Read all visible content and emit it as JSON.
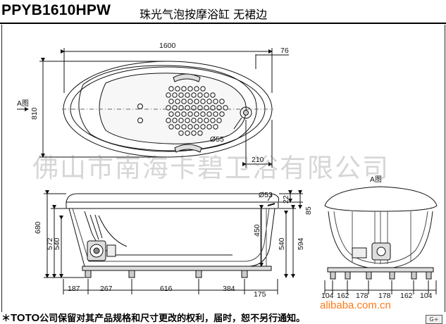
{
  "header": {
    "model": "PPYB1610HPW",
    "title": "珠光气泡按摩浴缸  无裙边"
  },
  "views": {
    "top_label": "A图",
    "side_label": "A图"
  },
  "dimensions": {
    "length": "1600",
    "width": "810",
    "rim_offset": "76",
    "drain_offset": "210",
    "drain_diameter": "Ø55",
    "overflow_diameter": "Ø53",
    "rim_22": "22",
    "rim_85": "85",
    "height_680": "680",
    "height_572": "572",
    "height_540_left": "540",
    "depth_450": "450",
    "height_540_right": "540",
    "height_594": "594",
    "base_187": "187",
    "base_267": "267",
    "base_616": "616",
    "base_384": "384",
    "base_175": "175",
    "end_104a": "104",
    "end_162a": "162",
    "end_178a": "178",
    "end_178b": "178",
    "end_162b": "162",
    "end_104b": "104"
  },
  "watermark": "佛山市南海卡碧卫浴有限公司",
  "source_mark": "alibaba.com.cn",
  "footnote": {
    "prefix": "＊",
    "brand": "TOTO",
    "text": "公司保留对其产品规格和尺寸更改的权利，届时，恕不另行通知。"
  },
  "corner_badge": "G+"
}
